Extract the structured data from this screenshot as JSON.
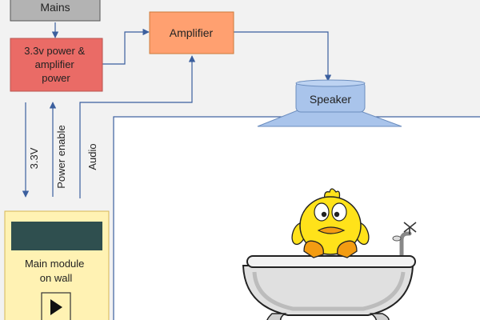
{
  "nodes": {
    "mains": "Mains",
    "power": [
      "3.3v power &",
      "amplifier",
      "power"
    ],
    "amplifier": "Amplifier",
    "speaker": "Speaker",
    "module": [
      "Main module",
      "on wall"
    ]
  },
  "signals": {
    "v33": "3.3V",
    "enable": "Power enable",
    "audio": "Audio"
  },
  "colors": {
    "background": "#f2f2f2",
    "mains": "#b3b3b3",
    "power": "#ea6b66",
    "amplifier": "#ffa070",
    "speaker": "#a9c4eb",
    "module": "#fff2b3",
    "screen": "#2f4f4f",
    "line": "#3b5f9e",
    "duck": "#ffe21a",
    "beak": "#f39c12",
    "tub": "#c8c8c8"
  }
}
